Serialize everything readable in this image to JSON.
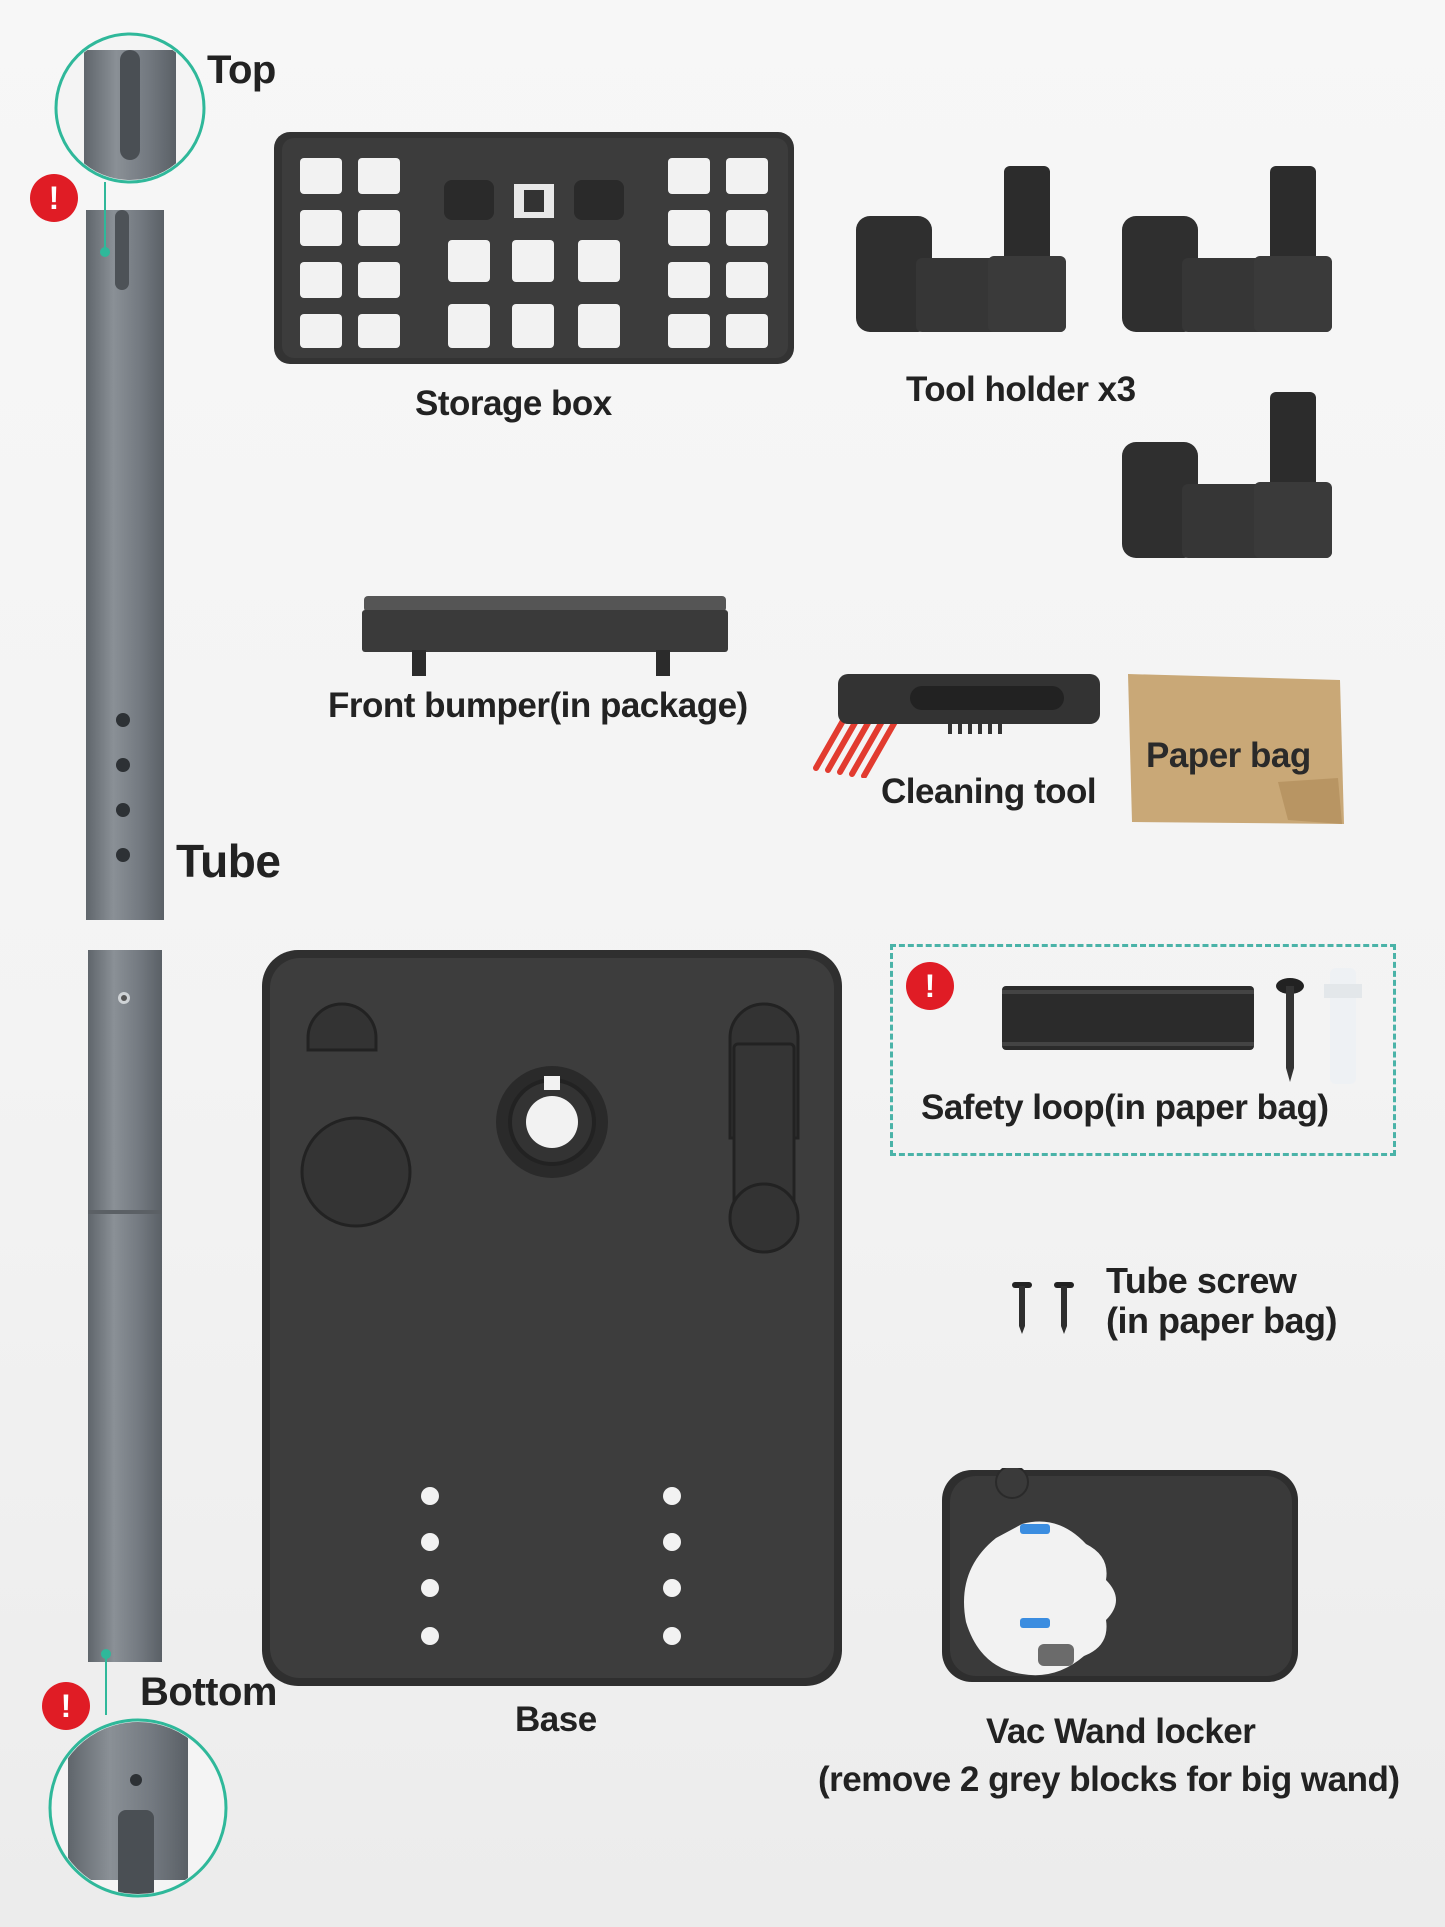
{
  "labels": {
    "top": "Top",
    "tube": "Tube",
    "bottom": "Bottom",
    "storage_box": "Storage box",
    "tool_holder": "Tool holder x3",
    "front_bumper": "Front bumper(in package)",
    "cleaning_tool": "Cleaning tool",
    "paper_bag": "Paper bag",
    "safety_loop": "Safety loop(in paper bag)",
    "tube_screw_line1": "Tube screw",
    "tube_screw_line2": "(in paper bag)",
    "base": "Base",
    "wand_locker_line1": "Vac Wand locker",
    "wand_locker_line2": "(remove 2 grey blocks for big wand)"
  },
  "icons": {
    "warning": "!"
  },
  "colors": {
    "tube_gray": "#767c82",
    "part_black": "#3a3a3a",
    "callout_teal": "#2fb89a",
    "warning_red": "#e01c25",
    "paper_tan": "#c9a877",
    "brush_red": "#e23b2f",
    "locker_blue": "#3b8de0"
  }
}
